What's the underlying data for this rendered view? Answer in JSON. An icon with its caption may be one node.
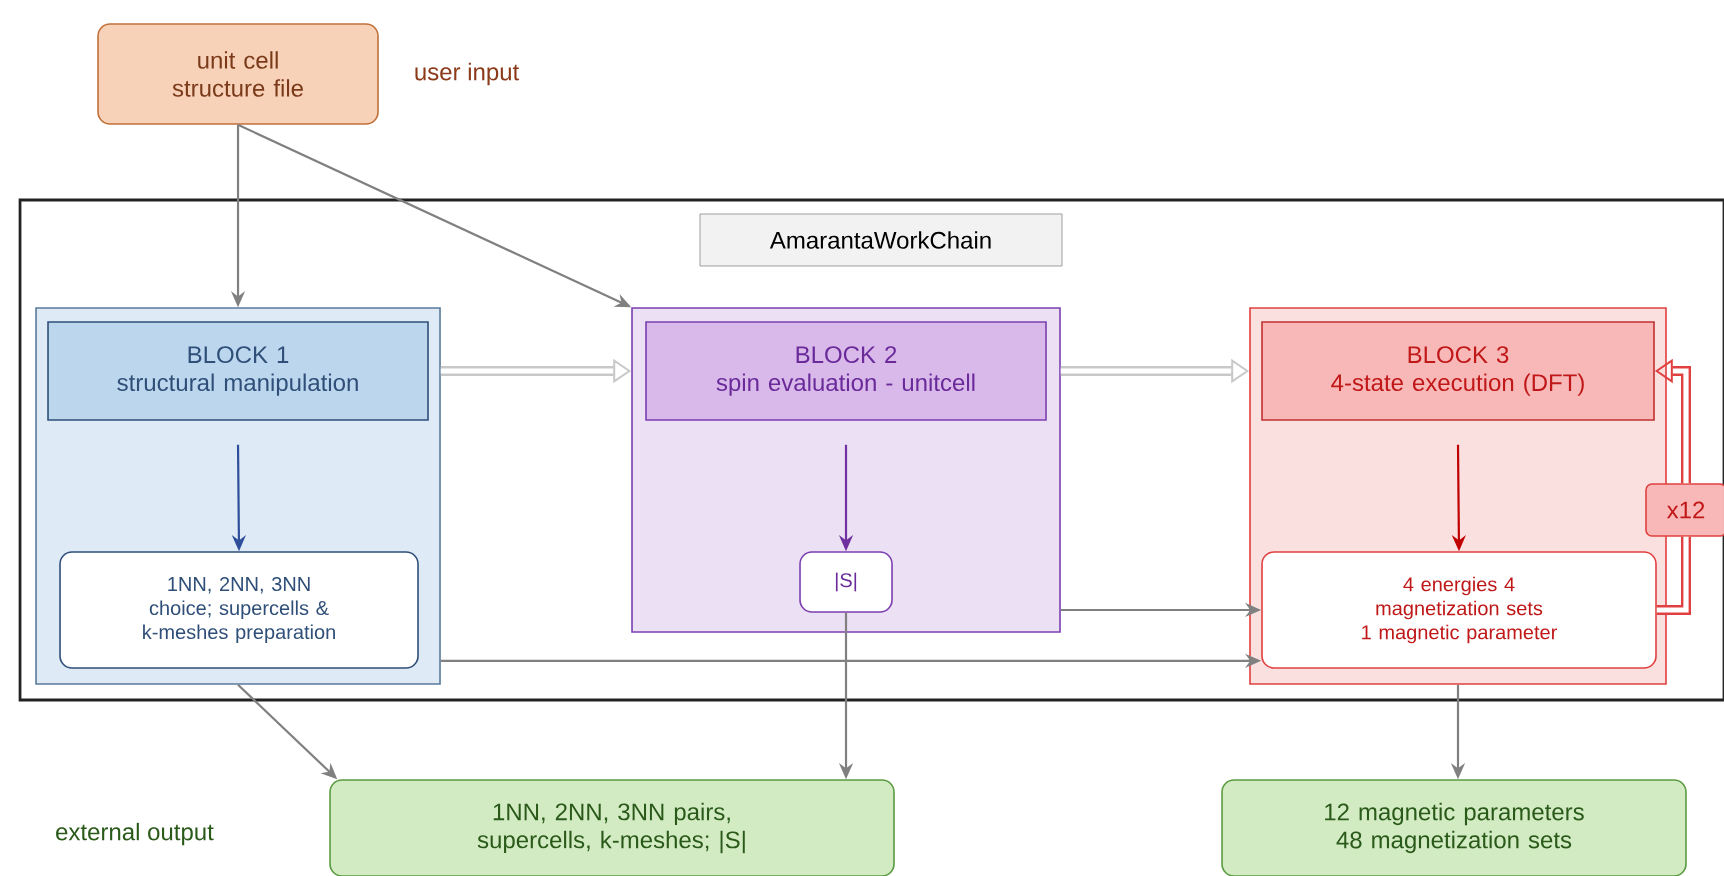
{
  "diagram": {
    "nodes": [
      {
        "text": [
          "unit cell structure file"
        ],
        "beside": [
          "user input"
        ]
      },
      {
        "text": [
          "AmarantaWorkChain"
        ]
      },
      {
        "text": [],
        "shape": "box",
        "in": 1
      },
      {
        "text": [
          "BLOCK 1",
          "structural manipulation"
        ],
        "in": 2
      },
      {
        "text": [
          "1NN, 2NN, 3NN choice; supercells & k-meshes preparation"
        ],
        "in": 2
      },
      {
        "text": [],
        "shape": "box",
        "in": 1
      },
      {
        "text": [
          "BLOCK 2",
          "spin evaluation - unitcell"
        ],
        "in": 5
      },
      {
        "text": [
          "|S|"
        ],
        "in": 5
      },
      {
        "text": [],
        "shape": "box",
        "in": 1
      },
      {
        "text": [
          "BLOCK 3",
          "4-state execution (DFT)"
        ],
        "in": 8
      },
      {
        "text": [
          "4 energies 4 magnetization sets 1 magnetic parameter"
        ],
        "in": 8
      },
      {
        "text": [
          "x12"
        ],
        "in": 1
      },
      {
        "text": [
          "1NN, 2NN, 3NN pairs, supercells, k-meshes; |S|"
        ]
      },
      {
        "text": [
          "12 magnetic parameters 48 magnetization sets"
        ]
      }
    ],
    "edges": [
      {
        "from": 0,
        "to": 2,
        "arrow": "to"
      },
      {
        "from": 0,
        "to": 5,
        "arrow": "to"
      },
      {
        "from": 3,
        "to": 4,
        "arrow": "to",
        "color": "#2f4f9a"
      },
      {
        "from": 6,
        "to": 7,
        "arrow": "to",
        "color": "#7030a0"
      },
      {
        "from": 9,
        "to": 10,
        "arrow": "to",
        "color": "#c00000"
      },
      {
        "from": 2,
        "to": 5,
        "arrow": "to",
        "style": "thick",
        "color": "#c8c8c8"
      },
      {
        "from": 5,
        "to": 8,
        "arrow": "to",
        "style": "thick",
        "color": "#c8c8c8"
      },
      {
        "from": 5,
        "to": 10,
        "arrow": "to"
      },
      {
        "from": 2,
        "to": 10,
        "arrow": "to"
      },
      {
        "from": 2,
        "to": 12,
        "arrow": "to"
      },
      {
        "from": 7,
        "to": 12,
        "arrow": "to"
      },
      {
        "from": 8,
        "to": 13,
        "arrow": "to"
      },
      {
        "from": 10,
        "to": 11,
        "arrow": "none",
        "style": "thick",
        "color": "#e04040"
      },
      {
        "from": 11,
        "to": 9,
        "arrow": "to",
        "style": "thick",
        "color": "#e04040"
      }
    ],
    "labels": [
      "external output"
    ]
  }
}
